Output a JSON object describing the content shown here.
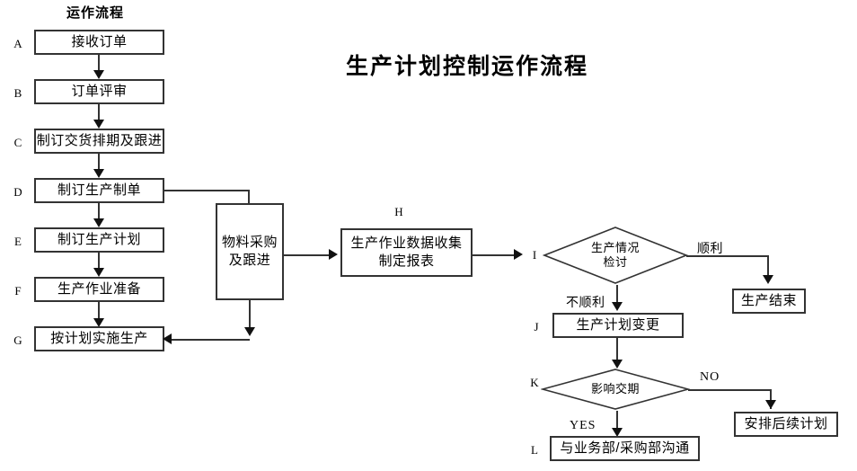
{
  "page": {
    "title": "生产计划控制运作流程",
    "column_title": "运作流程"
  },
  "nodes": {
    "a": {
      "tag": "A",
      "label": "接收订单"
    },
    "b": {
      "tag": "B",
      "label": "订单评审"
    },
    "c": {
      "tag": "C",
      "label": "制订交货排期及跟进"
    },
    "d": {
      "tag": "D",
      "label": "制订生产制单"
    },
    "e": {
      "tag": "E",
      "label": "制订生产计划"
    },
    "f": {
      "tag": "F",
      "label": "生产作业准备"
    },
    "g": {
      "tag": "G",
      "label": "按计划实施生产"
    },
    "material": {
      "tag": "",
      "line1": "物料采购",
      "line2": "及跟进"
    },
    "h": {
      "tag": "H",
      "line1": "生产作业数据收集",
      "line2": "制定报表"
    },
    "i": {
      "tag": "I",
      "line1": "生产情况",
      "line2": "检讨"
    },
    "end": {
      "tag": "",
      "label": "生产结束"
    },
    "j": {
      "tag": "J",
      "label": "生产计划变更"
    },
    "k": {
      "tag": "K",
      "label": "影响交期"
    },
    "followup": {
      "tag": "",
      "label": "安排后续计划"
    },
    "l": {
      "tag": "L",
      "label": "与业务部/采购部沟通"
    }
  },
  "edge_labels": {
    "smooth": "顺利",
    "not_smooth": "不顺利",
    "no": "NO",
    "yes": "YES"
  },
  "colors": {
    "stroke": "#333333",
    "arrow": "#111111",
    "text": "#000000",
    "background": "#ffffff"
  }
}
